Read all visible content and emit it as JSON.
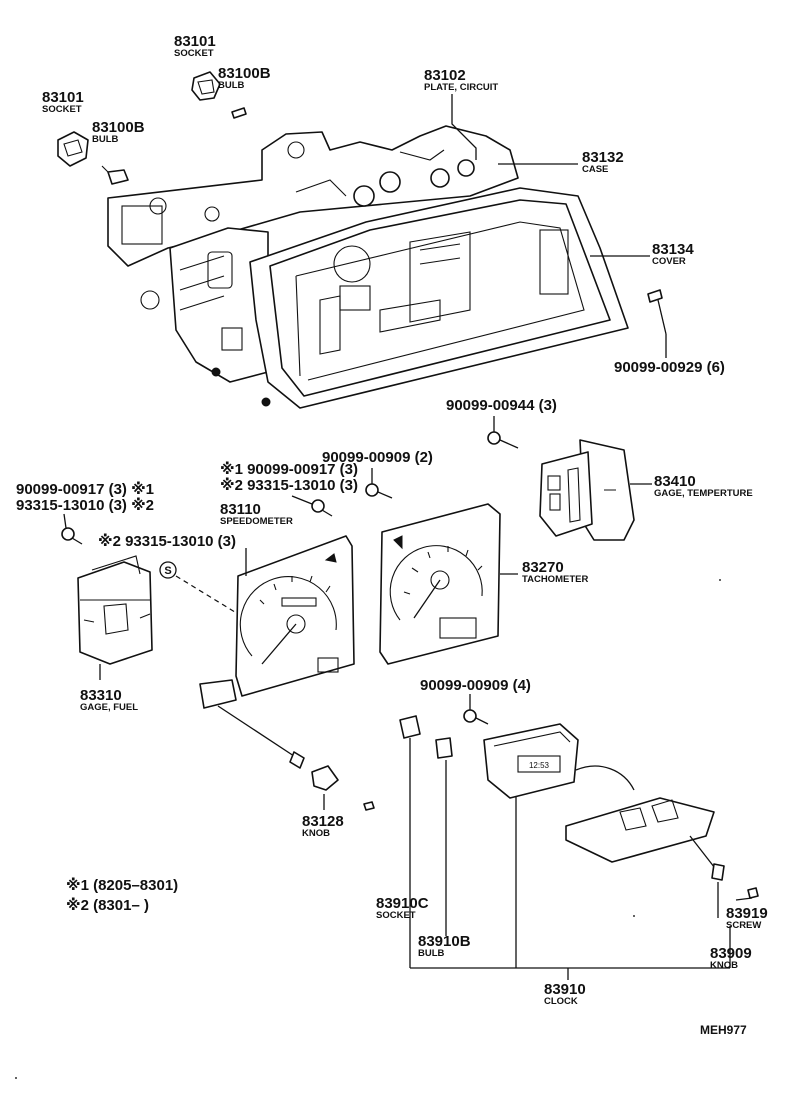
{
  "labels": {
    "socket_top": {
      "num": "83101",
      "name": "SOCKET"
    },
    "bulb_top": {
      "num": "83100B",
      "name": "BULB"
    },
    "socket_left": {
      "num": "83101",
      "name": "SOCKET"
    },
    "bulb_left": {
      "num": "83100B",
      "name": "BULB"
    },
    "plate": {
      "num": "83102",
      "name": "PLATE, CIRCUIT"
    },
    "case": {
      "num": "83132",
      "name": "CASE"
    },
    "cover": {
      "num": "83134",
      "name": "COVER"
    },
    "screw_929": {
      "num": "90099-00929 (6)"
    },
    "screw_944": {
      "num": "90099-00944 (3)"
    },
    "screw_909_2": {
      "num": "90099-00909 (2)"
    },
    "screw_917_a": {
      "num": "※1 90099-00917 (3)"
    },
    "screw_933_a": {
      "num": "※2 93315-13010 (3)"
    },
    "screw_917_b": {
      "num": "90099-00917 (3) ※1"
    },
    "screw_933_b": {
      "num": "93315-13010 (3) ※2"
    },
    "screw_933_c": {
      "num": "※2 93315-13010 (3)"
    },
    "speedometer": {
      "num": "83110",
      "name": "SPEEDOMETER"
    },
    "tachometer": {
      "num": "83270",
      "name": "TACHOMETER"
    },
    "temp_gage": {
      "num": "83410",
      "name": "GAGE, TEMPERTURE"
    },
    "fuel_gage": {
      "num": "83310",
      "name": "GAGE, FUEL"
    },
    "screw_909_4": {
      "num": "90099-00909 (4)"
    },
    "knob_speedo": {
      "num": "83128",
      "name": "KNOB"
    },
    "clock_socket": {
      "num": "83910C",
      "name": "SOCKET"
    },
    "clock_bulb": {
      "num": "83910B",
      "name": "BULB"
    },
    "clock": {
      "num": "83910",
      "name": "CLOCK"
    },
    "clock_screw": {
      "num": "83919",
      "name": "SCREW"
    },
    "clock_knob": {
      "num": "83909",
      "name": "KNOB"
    },
    "note1": "※1 (8205–8301)",
    "note2": "※2 (8301–        )",
    "drawing_code": "MEH977",
    "s_mark": "S",
    "clock_display": "12:53"
  }
}
